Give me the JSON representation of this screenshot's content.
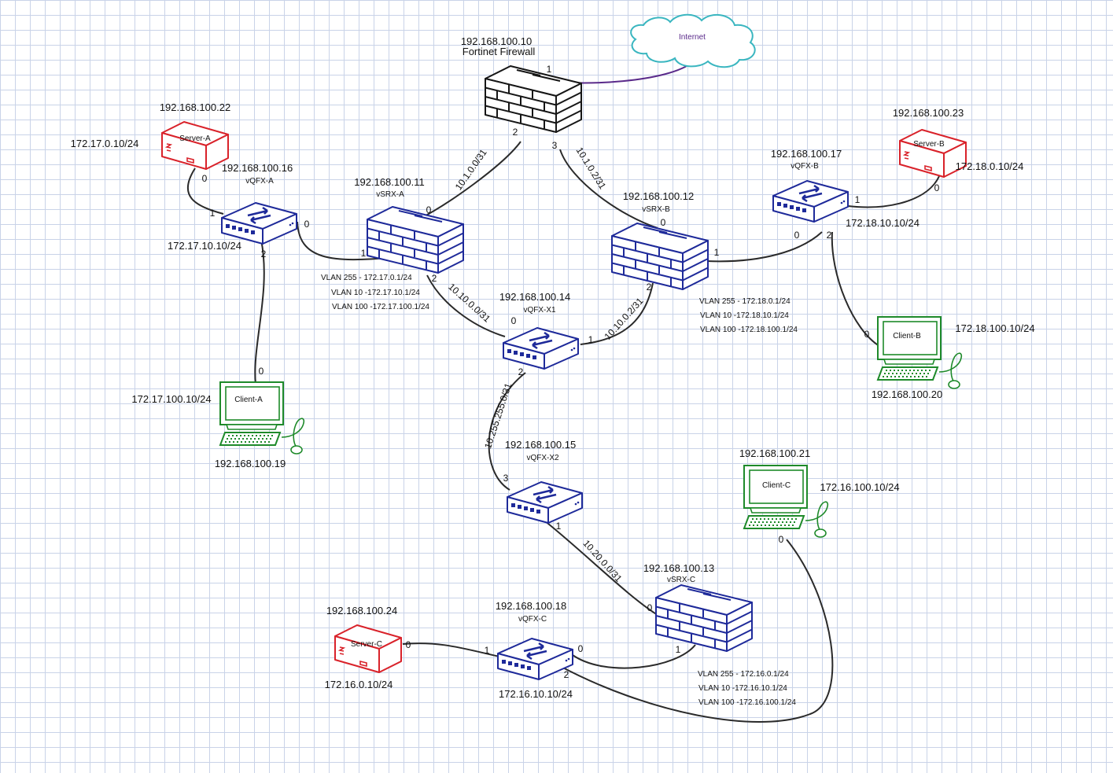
{
  "colors": {
    "firewall_blue": "#1e2a9a",
    "switch_blue": "#1e2a9a",
    "server_red": "#d9222a",
    "client_green": "#1e8a2a",
    "cloud_teal": "#3ab6c0",
    "internet_link": "#5a2a8a",
    "grid": "#c9d3e8"
  },
  "cloud": {
    "label": "Internet"
  },
  "firewall": {
    "ip": "192.168.100.10",
    "name": "Fortinet Firewall",
    "ports": {
      "p1": "1",
      "p2": "2",
      "p3": "3"
    }
  },
  "vsrx_a": {
    "ip": "192.168.100.11",
    "name": "vSRX-A",
    "ports": {
      "p0": "0",
      "p1": "1",
      "p2": "2"
    },
    "vlans": [
      "VLAN 255 - 172.17.0.1/24",
      "VLAN 10 -172.17.10.1/24",
      "VLAN 100 -172.17.100.1/24"
    ]
  },
  "vsrx_b": {
    "ip": "192.168.100.12",
    "name": "vSRX-B",
    "ports": {
      "p0": "0",
      "p1": "1",
      "p2": "2"
    },
    "vlans": [
      "VLAN 255 - 172.18.0.1/24",
      "VLAN 10 -172.18.10.1/24",
      "VLAN 100 -172.18.100.1/24"
    ]
  },
  "vsrx_c": {
    "ip": "192.168.100.13",
    "name": "vSRX-C",
    "ports": {
      "p0": "0",
      "p1": "1"
    },
    "vlans": [
      "VLAN 255 - 172.16.0.1/24",
      "VLAN 10 -172.16.10.1/24",
      "VLAN 100 -172.16.100.1/24"
    ]
  },
  "vqfx_a": {
    "ip": "192.168.100.16",
    "name": "vQFX-A",
    "addr": "172.17.10.10/24",
    "ports": {
      "p0": "0",
      "p1": "1",
      "p2": "2"
    }
  },
  "vqfx_b": {
    "ip": "192.168.100.17",
    "name": "vQFX-B",
    "addr": "172.18.10.10/24",
    "ports": {
      "p0": "0",
      "p1": "1",
      "p2": "2"
    }
  },
  "vqfx_c": {
    "ip": "192.168.100.18",
    "name": "vQFX-C",
    "addr": "172.16.10.10/24",
    "ports": {
      "p0": "0",
      "p1": "1",
      "p2": "2"
    }
  },
  "vqfx_x1": {
    "ip": "192.168.100.14",
    "name": "vQFX-X1",
    "ports": {
      "p0": "0",
      "p1": "1",
      "p2": "2"
    }
  },
  "vqfx_x2": {
    "ip": "192.168.100.15",
    "name": "vQFX-X2",
    "ports": {
      "p1": "1",
      "p3": "3"
    }
  },
  "server_a": {
    "ip": "192.168.100.22",
    "name": "Server-A",
    "addr": "172.17.0.10/24",
    "port": "0"
  },
  "server_b": {
    "ip": "192.168.100.23",
    "name": "Server-B",
    "addr": "172.18.0.10/24",
    "port": "0"
  },
  "server_c": {
    "ip": "192.168.100.24",
    "name": "Server-C",
    "addr": "172.16.0.10/24",
    "port": "0"
  },
  "client_a": {
    "ip": "192.168.100.19",
    "name": "Client-A",
    "addr": "172.17.100.10/24",
    "port": "0"
  },
  "client_b": {
    "ip": "192.168.100.20",
    "name": "Client-B",
    "addr": "172.18.100.10/24",
    "port": "0"
  },
  "client_c": {
    "ip": "192.168.100.21",
    "name": "Client-C",
    "addr": "172.16.100.10/24",
    "port": "0"
  },
  "subnets": {
    "fw_vsrx_a": "10.1.0.0/31",
    "fw_vsrx_b": "10.1.0.2/31",
    "vsrx_a_x1": "10.10.0.0/31",
    "vsrx_b_x1": "10.10.0.2/31",
    "x1_x2": "10.255.255.0/31",
    "x2_vsrx_c": "10.20.0.0/31"
  }
}
